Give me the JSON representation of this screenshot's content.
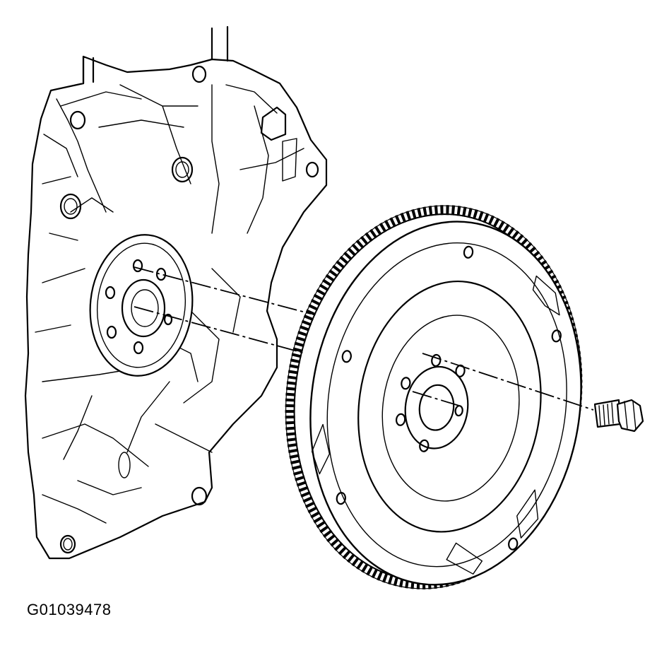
{
  "figure": {
    "id_label": "G01039478"
  },
  "colors": {
    "ink": "#000000",
    "background": "#ffffff"
  },
  "parts": [
    {
      "name": "engine-block",
      "icon": "engine-block-icon"
    },
    {
      "name": "crankshaft-flange",
      "icon": "crankshaft-flange-icon"
    },
    {
      "name": "flywheel",
      "icon": "flywheel-icon"
    },
    {
      "name": "flywheel-bolt",
      "icon": "bolt-icon"
    }
  ]
}
